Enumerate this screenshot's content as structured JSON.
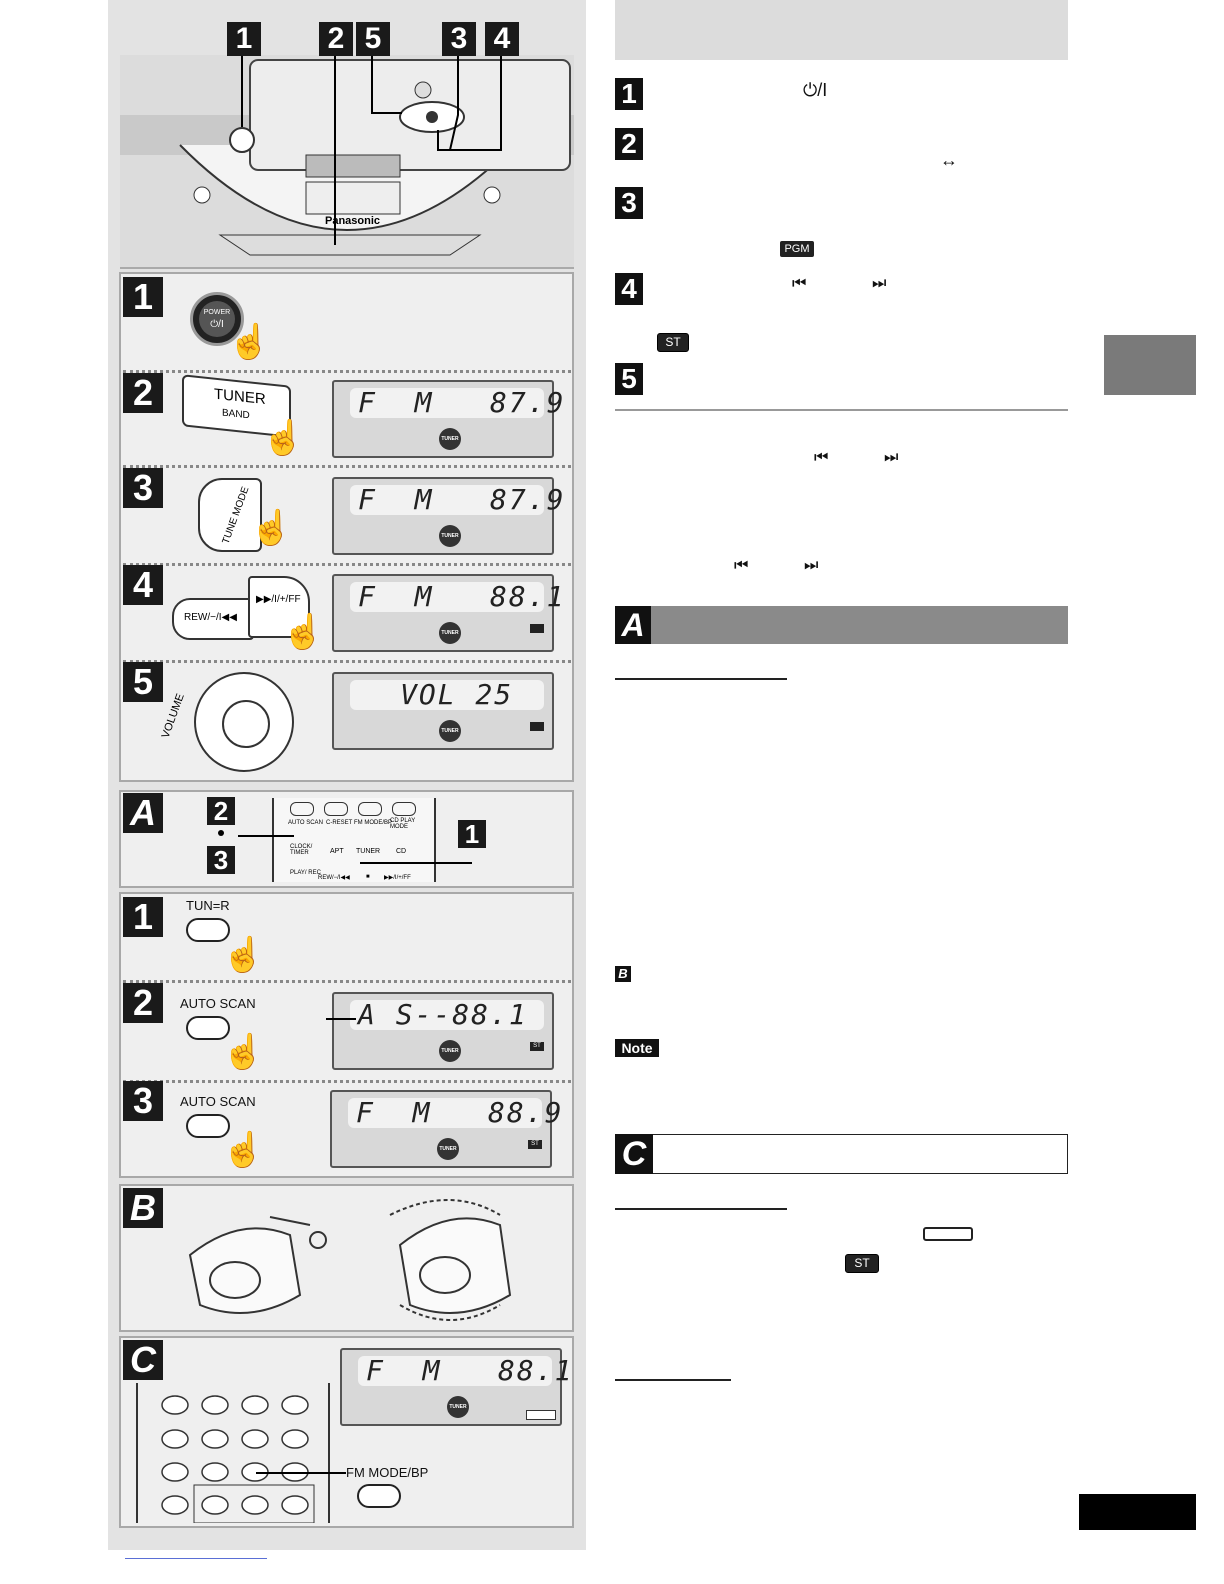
{
  "brand": "Panasonic",
  "top_callouts": [
    "1",
    "2",
    "5",
    "3",
    "4"
  ],
  "steps_main": [
    {
      "num": "1",
      "button": "POWER",
      "symbol": "⏻/I"
    },
    {
      "num": "2",
      "button": "TUNER",
      "sub": "BAND",
      "display": "F  M   87.9"
    },
    {
      "num": "3",
      "button": "TUNE MODE",
      "display": "F  M   87.9"
    },
    {
      "num": "4",
      "button_left": "REW/−/I◀◀",
      "button_right": "▶▶/I/+/FF",
      "display": "F  M   88.1"
    },
    {
      "num": "5",
      "button": "VOLUME",
      "display": "VOL 25"
    }
  ],
  "section_a": {
    "letter": "A",
    "callouts": [
      "2",
      "3",
      "1"
    ],
    "remote_labels": [
      "AUTO SCAN",
      "C-RESET",
      "FM MODE/BP",
      "CD PLAY MODE",
      "CLOCK/ TIMER",
      "APT",
      "TUNER",
      "CD",
      "PLAY/ REC",
      "REW/−/I◀◀",
      "■",
      "▶▶/I/+/FF"
    ]
  },
  "steps_scan": [
    {
      "num": "1",
      "button": "TUN=R"
    },
    {
      "num": "2",
      "button": "AUTO SCAN",
      "display": "A S--88.1"
    },
    {
      "num": "3",
      "button": "AUTO SCAN",
      "display": "F  M   88.9"
    }
  ],
  "section_b": {
    "letter": "B"
  },
  "section_c": {
    "letter": "C",
    "display": "F  M   88.1",
    "button": "FM MODE/BP"
  },
  "lcd_tuner_badge": "TUNER",
  "lcd_st_badge": "ST",
  "right": {
    "steps": [
      {
        "num": "1",
        "icon": "⏻/I"
      },
      {
        "num": "2",
        "icon": "↔"
      },
      {
        "num": "3",
        "badge": "PGM"
      },
      {
        "num": "4",
        "icon_left": "⏮",
        "icon_right": "⏭",
        "badge": "ST"
      },
      {
        "num": "5"
      }
    ],
    "skip_icons_1": [
      "⏮",
      "⏭"
    ],
    "skip_icons_2": [
      "⏮",
      "⏭"
    ],
    "section_a_letter": "A",
    "section_b_letter": "B",
    "note_label": "Note",
    "section_c_letter": "C",
    "st_badge": "ST"
  }
}
